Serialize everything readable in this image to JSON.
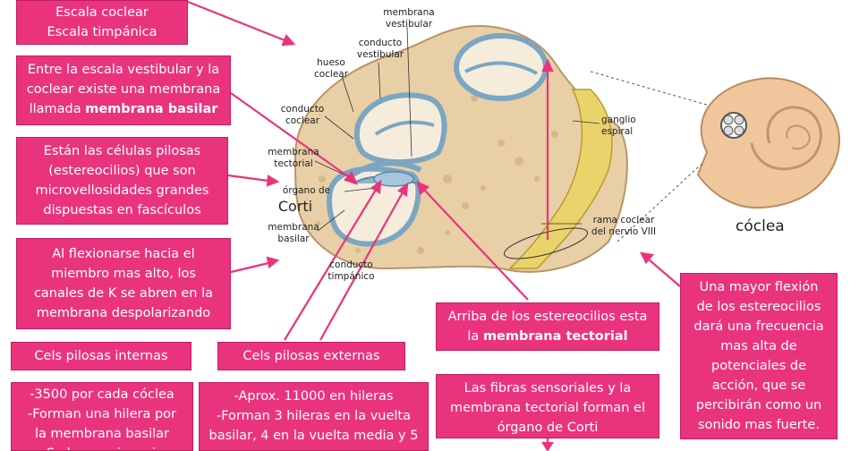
{
  "colors": {
    "box_fill": "#e9347d",
    "arrow": "#e9347d",
    "bone": "#e8cfa6",
    "membrane_blue": "#9dbfd6",
    "nerve_yellow": "#e9d36a"
  },
  "boxes": {
    "escala": {
      "lines": [
        "Escala coclear",
        "Escala timpánica"
      ]
    },
    "membrana_basilar": {
      "lines": [
        "Entre la escala vestibular y la",
        "coclear existe una membrana"
      ],
      "last_prefix": "llamada ",
      "last_bold": "membrana basilar"
    },
    "celulas_pilosas": {
      "lines": [
        "Están las células pilosas",
        "(estereocilios)  que son",
        "microvellosidades grandes",
        "dispuestas en fascículos"
      ]
    },
    "flexionarse": {
      "lines": [
        "Al flexionarse hacia el",
        "miembro mas alto, los",
        "canales de K se abren en la",
        "membrana despolarizando"
      ]
    },
    "tectorial": {
      "first": "Arriba de los estereocilios esta",
      "last_prefix": "la ",
      "last_bold": "membrana tectorial"
    },
    "mayor_flexion": {
      "lines": [
        "Una mayor flexión",
        "de los estereocilios",
        "dará una frecuencia",
        "mas alta de",
        "potenciales de",
        "acción, que se",
        "percibirán como un",
        "sonido mas fuerte."
      ]
    },
    "internas_title": {
      "text": "Cels pilosas internas"
    },
    "externas_title": {
      "text": "Cels pilosas externas"
    },
    "internas_detail": {
      "lines": [
        "-3500 por cada cóclea",
        "-Forman una hilera por",
        "la membrana basilar",
        "-Se hacen sinapsis"
      ]
    },
    "externas_detail": {
      "lines": [
        "-Aprox. 11000 en hileras",
        "-Forman 3 hileras en la vuelta",
        "basilar, 4 en la vuelta media y 5"
      ]
    },
    "fibras": {
      "lines": [
        "Las fibras sensoriales y la",
        "membrana tectorial forman el",
        "órgano de Corti"
      ]
    }
  },
  "labels": {
    "membrana_vestibular": [
      "membrana",
      "vestibular"
    ],
    "conducto_vestibular": [
      "conducto",
      "vestibular"
    ],
    "hueso_coclear": [
      "hueso",
      "coclear"
    ],
    "conducto_coclear": [
      "conducto",
      "coclear"
    ],
    "membrana_tectorial": [
      "membrana",
      "tectorial"
    ],
    "organo_de": "órgano de",
    "corti": "Corti",
    "membrana_basilar": [
      "membrana",
      "basilar"
    ],
    "conducto_timpanico": [
      "conducto",
      "timpánico"
    ],
    "ganglio_espiral": [
      "ganglio",
      "espiral"
    ],
    "rama_coclear": [
      "rama coclear",
      "del nervio VIII"
    ],
    "coclea": "cóclea"
  }
}
